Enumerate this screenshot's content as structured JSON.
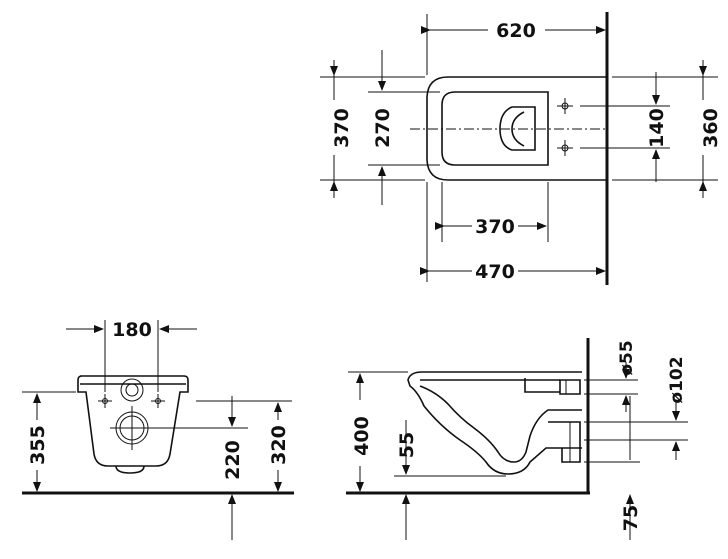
{
  "top_view": {
    "overall_depth": "620",
    "overall_width": "370",
    "seat_width": "270",
    "fixing_spacing": "140",
    "frame_width": "360",
    "bowl_length": "370",
    "seat_length": "470"
  },
  "front_view": {
    "fixing_spacing": "180",
    "rim_height": "355",
    "outlet_height": "220",
    "fixing_height": "320"
  },
  "side_view": {
    "rim_height": "400",
    "pan_depth": "55",
    "inlet_diameter": "ø55",
    "outlet_diameter": "ø102",
    "floor_offset": "75"
  }
}
